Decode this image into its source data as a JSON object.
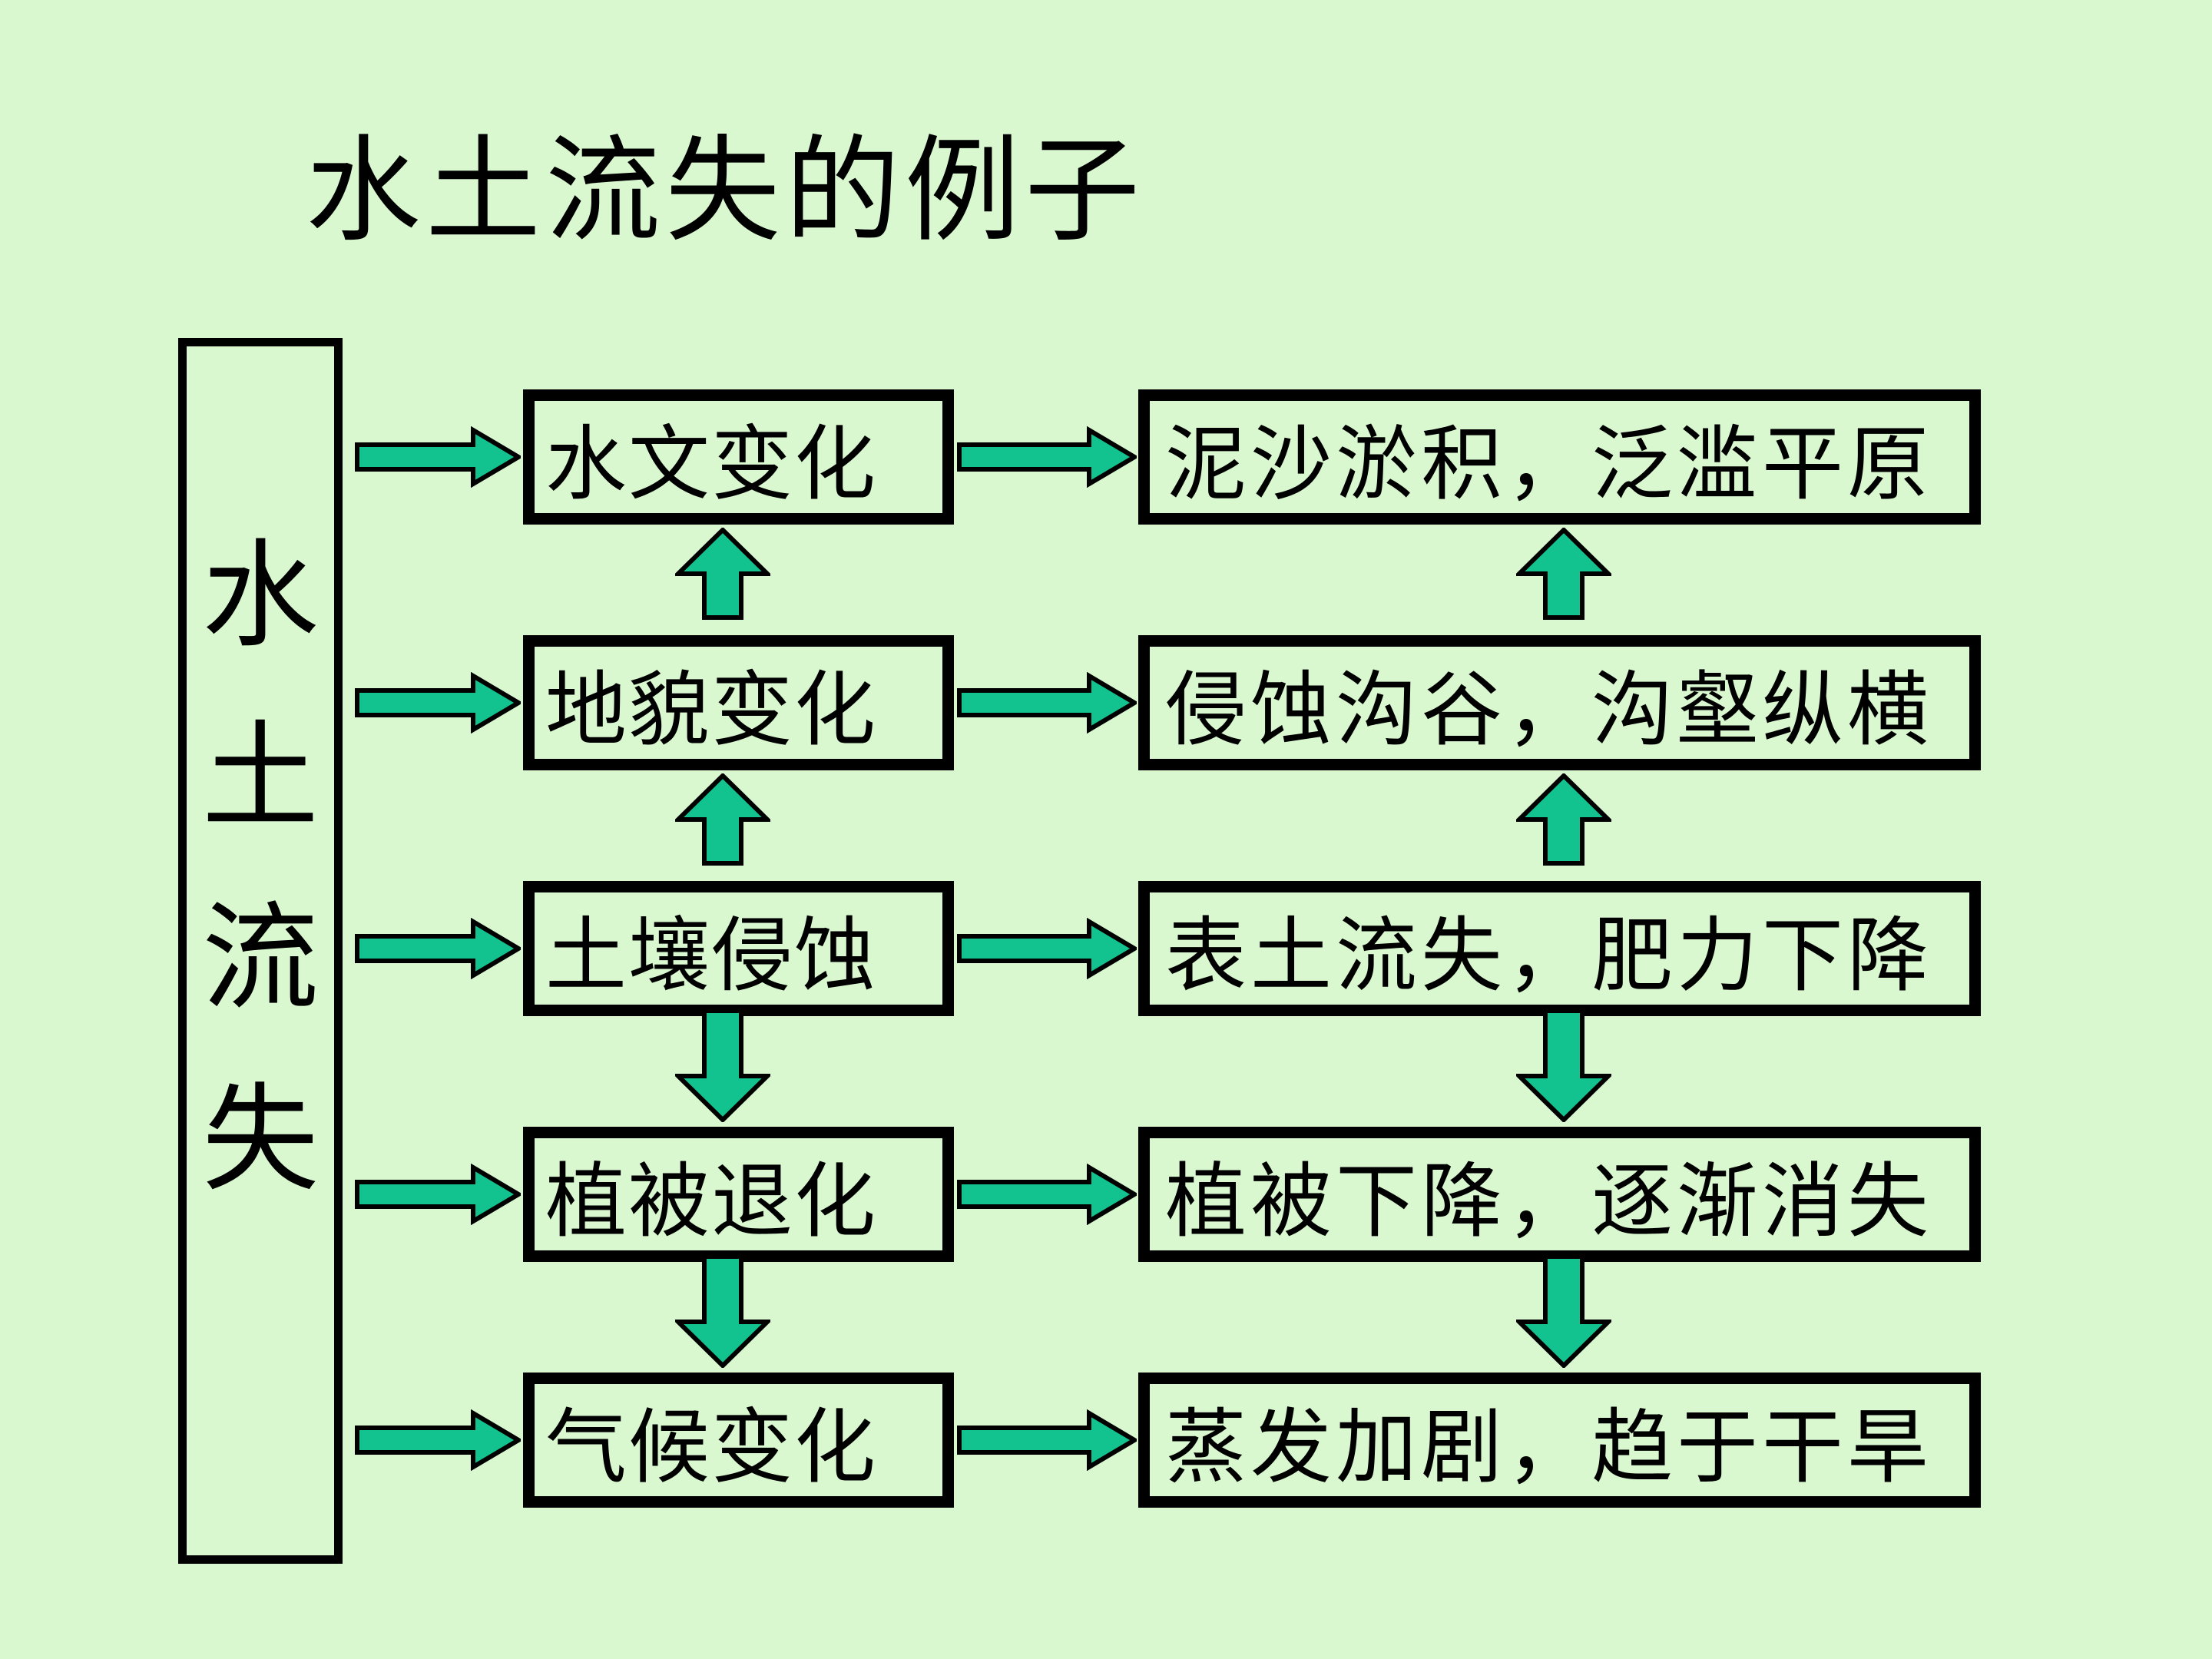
{
  "page": {
    "title": "水土流失的例子",
    "background_color": "#DAF8D0",
    "arrow_color": "#12C28F",
    "outline_color": "#000000",
    "text_color": "#000000"
  },
  "source_box": {
    "label": "水土流失",
    "chars": [
      "水",
      "土",
      "流",
      "失"
    ]
  },
  "rows": [
    {
      "cause": "水文变化",
      "effect": "泥沙淤积，泛滥平原"
    },
    {
      "cause": "地貌变化",
      "effect": "侵蚀沟谷，沟壑纵横"
    },
    {
      "cause": "土壤侵蚀",
      "effect": "表土流失，肥力下降"
    },
    {
      "cause": "植被退化",
      "effect": "植被下降，逐渐消失"
    },
    {
      "cause": "气候变化",
      "effect": "蒸发加剧，趋于干旱"
    }
  ],
  "vertical_links": {
    "middle_column": [
      "up",
      "up",
      "down",
      "down"
    ],
    "right_column": [
      "up",
      "up",
      "down",
      "down"
    ]
  }
}
